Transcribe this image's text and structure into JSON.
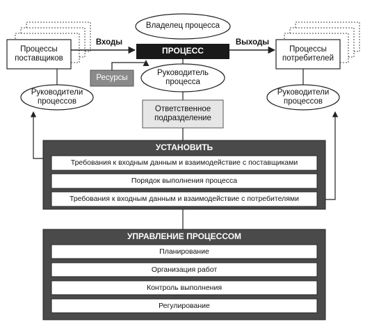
{
  "process_owner": "Владелец процесса",
  "process": "ПРОЦЕСС",
  "inputs": "Входы",
  "outputs": "Выходы",
  "supplier_processes": "Процессы\nпоставщиков",
  "consumer_processes": "Процессы\nпотребителей",
  "resources": "Ресурсы",
  "process_manager": "Руководитель\nпроцесса",
  "left_process_managers": "Руководители\nпроцессов",
  "right_process_managers": "Руководители\nпроцессов",
  "responsible_unit": "Ответственное\nподразделение",
  "establish": {
    "title": "УСТАНОВИТЬ",
    "items": [
      "Требования к входным данным и взаимодействие с поставщиками",
      "Порядок выполнения процесса",
      "Требования к входным данным и взаимодействие с потребителями"
    ]
  },
  "management": {
    "title": "УПРАВЛЕНИЕ ПРОЦЕССОМ",
    "items": [
      "Планирование",
      "Организация работ",
      "Контроль выполнения",
      "Регулирование"
    ]
  }
}
